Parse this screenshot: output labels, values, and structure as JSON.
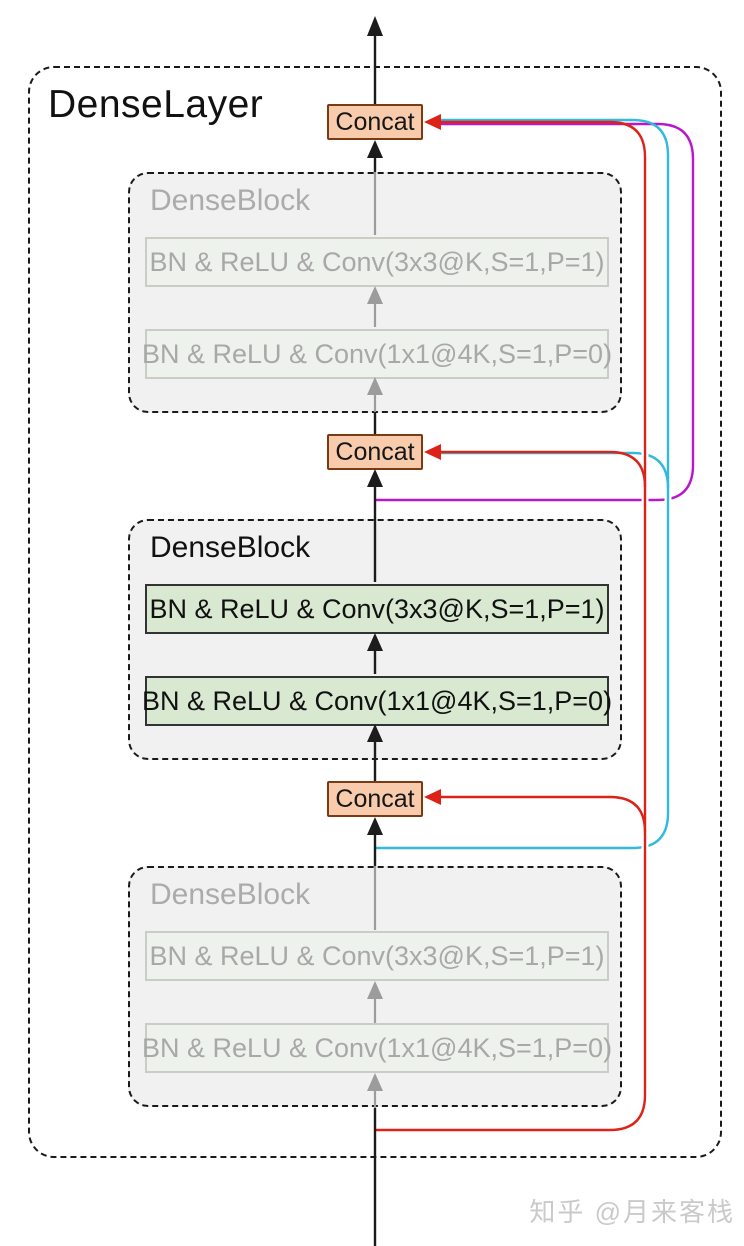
{
  "title": "DenseLayer",
  "watermark": "知乎 @月来客栈",
  "concats": [
    {
      "label": "Concat"
    },
    {
      "label": "Concat"
    },
    {
      "label": "Concat"
    }
  ],
  "blocks": [
    {
      "title": "DenseBlock",
      "state": "inactive",
      "layers": [
        {
          "label": "BN & ReLU & Conv(3x3@K,S=1,P=1)"
        },
        {
          "label": "BN & ReLU & Conv(1x1@4K,S=1,P=0)"
        }
      ]
    },
    {
      "title": "DenseBlock",
      "state": "active",
      "layers": [
        {
          "label": "BN & ReLU & Conv(3x3@K,S=1,P=1)"
        },
        {
          "label": "BN & ReLU & Conv(1x1@4K,S=1,P=0)"
        }
      ]
    },
    {
      "title": "DenseBlock",
      "state": "inactive",
      "layers": [
        {
          "label": "BN & ReLU & Conv(3x3@K,S=1,P=1)"
        },
        {
          "label": "BN & ReLU & Conv(1x1@4K,S=1,P=0)"
        }
      ]
    }
  ],
  "colors": {
    "concat_fill": "#f8cbad",
    "concat_border": "#7a3a12",
    "conv_fill_active": "#d9e8d0",
    "conv_fill_inactive": "#eef2ec",
    "block_fill": "#f1f1f1",
    "line_black": "#1c1c1c",
    "line_gray": "#9c9c9c",
    "skip_red": "#dd2218",
    "skip_cyan": "#31b9e0",
    "skip_magenta": "#bb16cd",
    "faded_text": "#a8a8a8",
    "watermark_gray": "#cacaca"
  }
}
